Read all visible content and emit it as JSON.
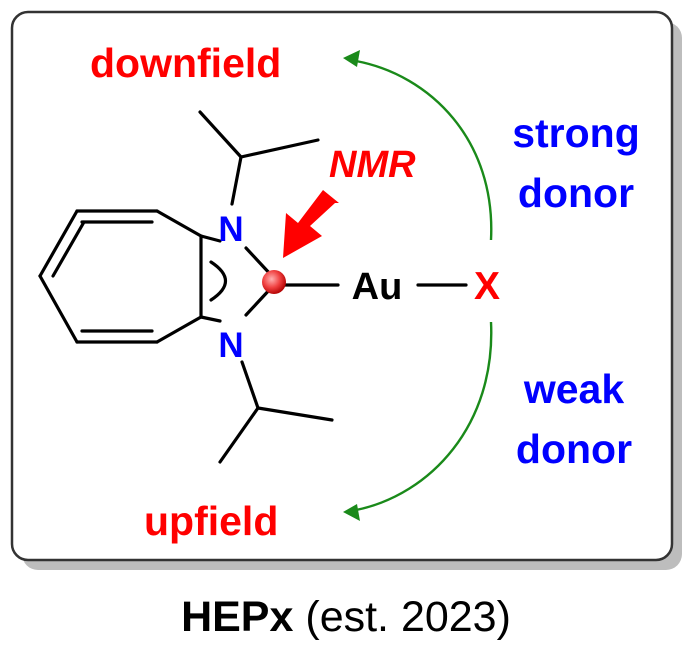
{
  "labels": {
    "downfield": "downfield",
    "upfield": "upfield",
    "nmr": "NMR",
    "strong_line1": "strong",
    "strong_line2": "donor",
    "weak_line1": "weak",
    "weak_line2": "donor"
  },
  "atoms": {
    "n_top": "N",
    "n_bottom": "N",
    "au": "Au",
    "x": "X"
  },
  "caption": {
    "bold": "HEPx",
    "rest": " (est. 2023)"
  },
  "colors": {
    "red": "#ff0000",
    "blue": "#0000ff",
    "green": "#1a8a1a",
    "frame_border": "#333333",
    "shadow": "#bdbdbd"
  }
}
